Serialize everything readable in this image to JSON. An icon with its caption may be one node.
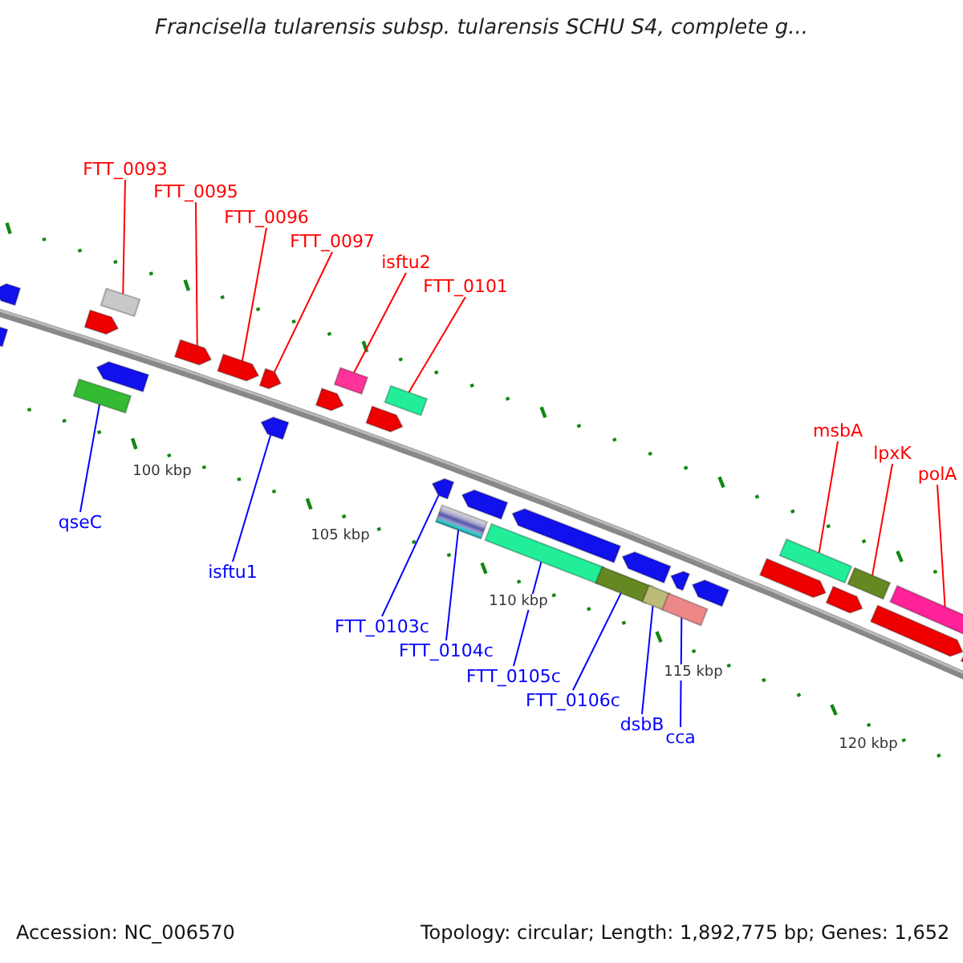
{
  "diagram": {
    "title": "Francisella tularensis subsp. tularensis SCHU S4, complete g...",
    "nodes": [
      {
        "text": [
          "FTT_0093"
        ]
      },
      {
        "text": [
          "FTT_0095"
        ]
      },
      {
        "text": [
          "FTT_0096"
        ]
      },
      {
        "text": [
          "FTT_0097"
        ]
      },
      {
        "text": [
          "isftu2"
        ]
      },
      {
        "text": [
          "FTT_0101"
        ]
      },
      {
        "text": [
          "msbA"
        ]
      },
      {
        "text": [
          "lpxK"
        ]
      },
      {
        "text": [
          "polA"
        ]
      },
      {
        "text": [
          "qseC"
        ]
      },
      {
        "text": [
          "isftu1"
        ]
      },
      {
        "text": [
          "FTT_0103c"
        ]
      },
      {
        "text": [
          "FTT_0104c"
        ]
      },
      {
        "text": [
          "FTT_0105c"
        ]
      },
      {
        "text": [
          "FTT_0106c"
        ]
      },
      {
        "text": [
          "dsbB"
        ]
      },
      {
        "text": [
          "cca"
        ]
      },
      {
        "text": [],
        "shape": "box"
      },
      {
        "text": [],
        "shape": "pentagon"
      },
      {
        "text": [],
        "shape": "pentagon"
      },
      {
        "text": [],
        "shape": "pentagon"
      },
      {
        "text": [],
        "shape": "box"
      },
      {
        "text": [],
        "shape": "box"
      },
      {
        "text": [],
        "shape": "box"
      },
      {
        "text": [],
        "shape": "box"
      },
      {
        "text": [],
        "shape": "box"
      },
      {
        "text": [],
        "shape": "box"
      },
      {
        "text": [],
        "shape": "pentagon"
      },
      {
        "text": [],
        "shape": "pentagon"
      },
      {
        "text": [],
        "shape": "box"
      },
      {
        "text": [],
        "shape": "box"
      },
      {
        "text": [],
        "shape": "box"
      },
      {
        "text": [],
        "shape": "box"
      },
      {
        "text": [],
        "shape": "box"
      }
    ],
    "edges": [
      {
        "from": 0,
        "to": 17,
        "arrow": "none"
      },
      {
        "from": 1,
        "to": 18,
        "arrow": "none"
      },
      {
        "from": 2,
        "to": 19,
        "arrow": "none"
      },
      {
        "from": 3,
        "to": 20,
        "arrow": "none"
      },
      {
        "from": 4,
        "to": 21,
        "arrow": "none"
      },
      {
        "from": 5,
        "to": 22,
        "arrow": "none"
      },
      {
        "from": 6,
        "to": 23,
        "arrow": "none"
      },
      {
        "from": 7,
        "to": 24,
        "arrow": "none"
      },
      {
        "from": 8,
        "to": 25,
        "arrow": "none"
      },
      {
        "from": 9,
        "to": 26,
        "arrow": "none",
        "color": "#0000ff"
      },
      {
        "from": 10,
        "to": 27,
        "arrow": "none",
        "color": "#0000ff"
      },
      {
        "from": 11,
        "to": 28,
        "arrow": "none",
        "color": "#0000ff"
      },
      {
        "from": 12,
        "to": 29,
        "arrow": "none",
        "color": "#0000ff"
      },
      {
        "from": 13,
        "to": 30,
        "arrow": "none",
        "color": "#0000ff"
      },
      {
        "from": 14,
        "to": 31,
        "arrow": "none",
        "color": "#0000ff"
      },
      {
        "from": 15,
        "to": 32,
        "arrow": "none",
        "color": "#0000ff"
      },
      {
        "from": 16,
        "to": 33,
        "arrow": "none",
        "color": "#0000ff"
      }
    ],
    "labels": [
      "100 kbp",
      "105 kbp",
      "110 kbp",
      "115 kbp",
      "120 kbp",
      "Accession: NC_006570",
      "Topology: circular; Length: 1,892,775 bp; Genes: 1,652"
    ]
  }
}
